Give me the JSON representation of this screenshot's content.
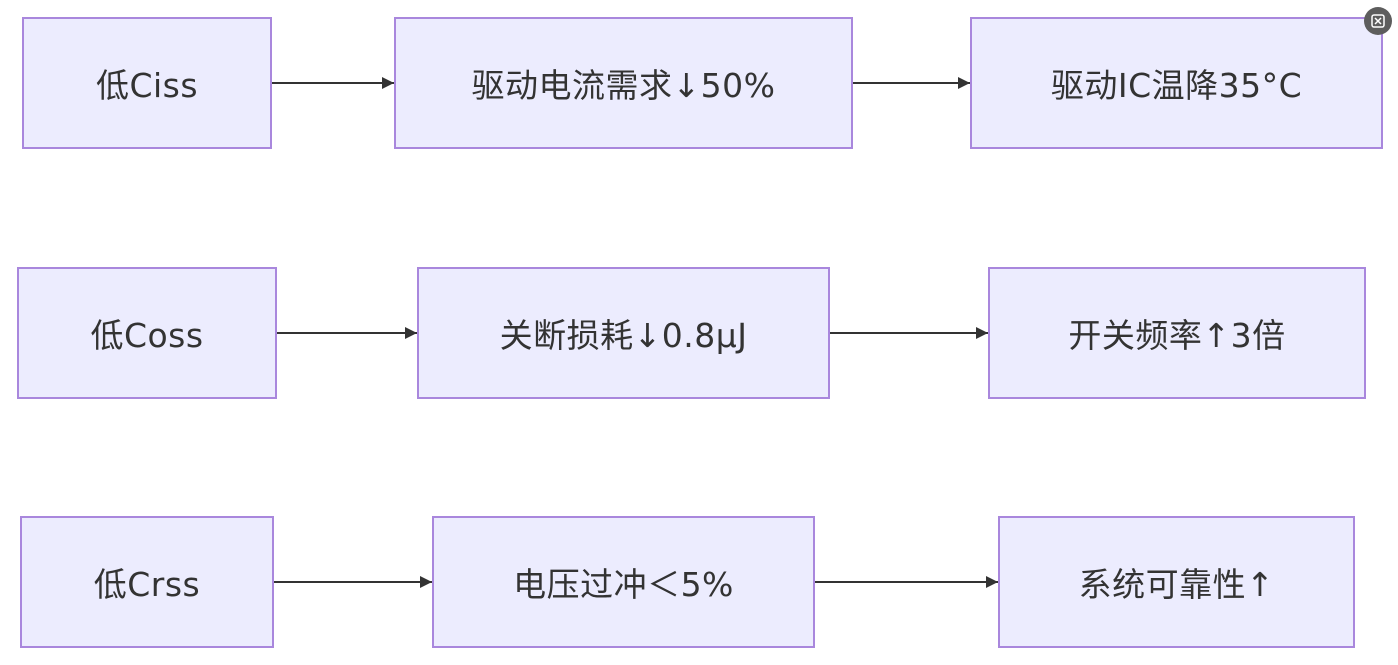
{
  "nodes": {
    "r1c1": "低Ciss",
    "r1c2": "驱动电流需求↓50%",
    "r1c3": "驱动IC温降35°C",
    "r2c1": "低Coss",
    "r2c2": "关断损耗↓0.8μJ",
    "r2c3": "开关频率↑3倍",
    "r3c1": "低Crss",
    "r3c2": "电压过冲＜5%",
    "r3c3": "系统可靠性↑"
  },
  "colors": {
    "node_fill": "#ececfe",
    "node_border": "#a987dd",
    "edge": "#333333",
    "text": "#333333"
  },
  "corner_button_icon": "expand-icon"
}
